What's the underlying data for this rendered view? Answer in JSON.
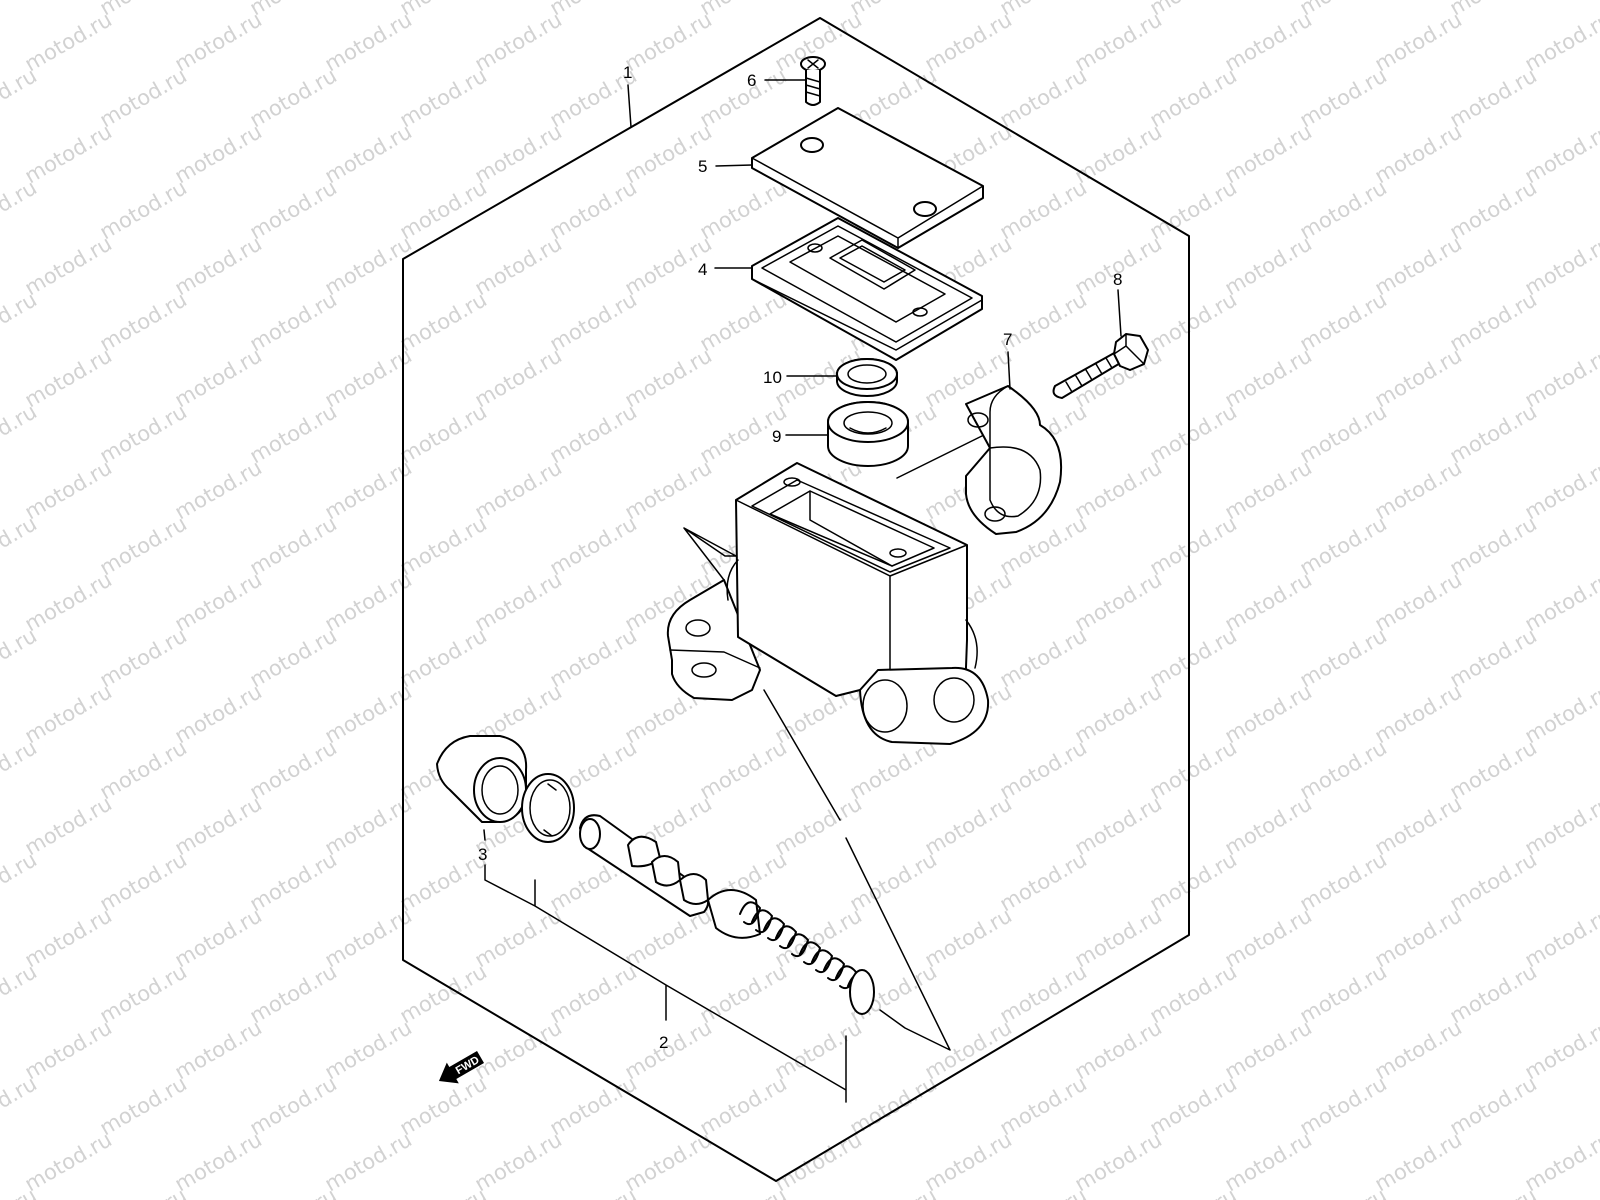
{
  "watermark": {
    "text": "motod.ru",
    "color": "#d2d2d2"
  },
  "direction_marker": {
    "text": "FWD"
  },
  "callouts": [
    {
      "id": "1",
      "text": "1"
    },
    {
      "id": "2",
      "text": "2"
    },
    {
      "id": "3",
      "text": "3"
    },
    {
      "id": "4",
      "text": "4"
    },
    {
      "id": "5",
      "text": "5"
    },
    {
      "id": "6",
      "text": "6"
    },
    {
      "id": "7",
      "text": "7"
    },
    {
      "id": "8",
      "text": "8"
    },
    {
      "id": "9",
      "text": "9"
    },
    {
      "id": "10",
      "text": "10"
    }
  ]
}
